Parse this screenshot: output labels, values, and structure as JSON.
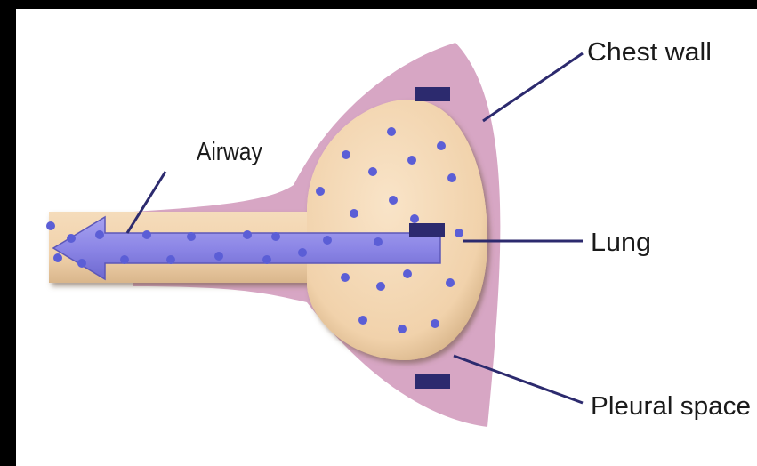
{
  "labels": {
    "airway": "Airway",
    "chest_wall": "Chest wall",
    "lung": "Lung",
    "pleural_space": "Pleural space"
  },
  "colors": {
    "chest_wall_fill": "#d7a6c4",
    "lung_fill": "#f4d8b4",
    "airway_arrow": "#8c86e6",
    "particle": "#5b5ed6",
    "marker": "#2c2a6e",
    "leader_line": "#2c2a6e"
  },
  "icons": {
    "airway_arrow": "left-arrow",
    "particles": "dots",
    "pleural_markers": "dark-bars"
  }
}
